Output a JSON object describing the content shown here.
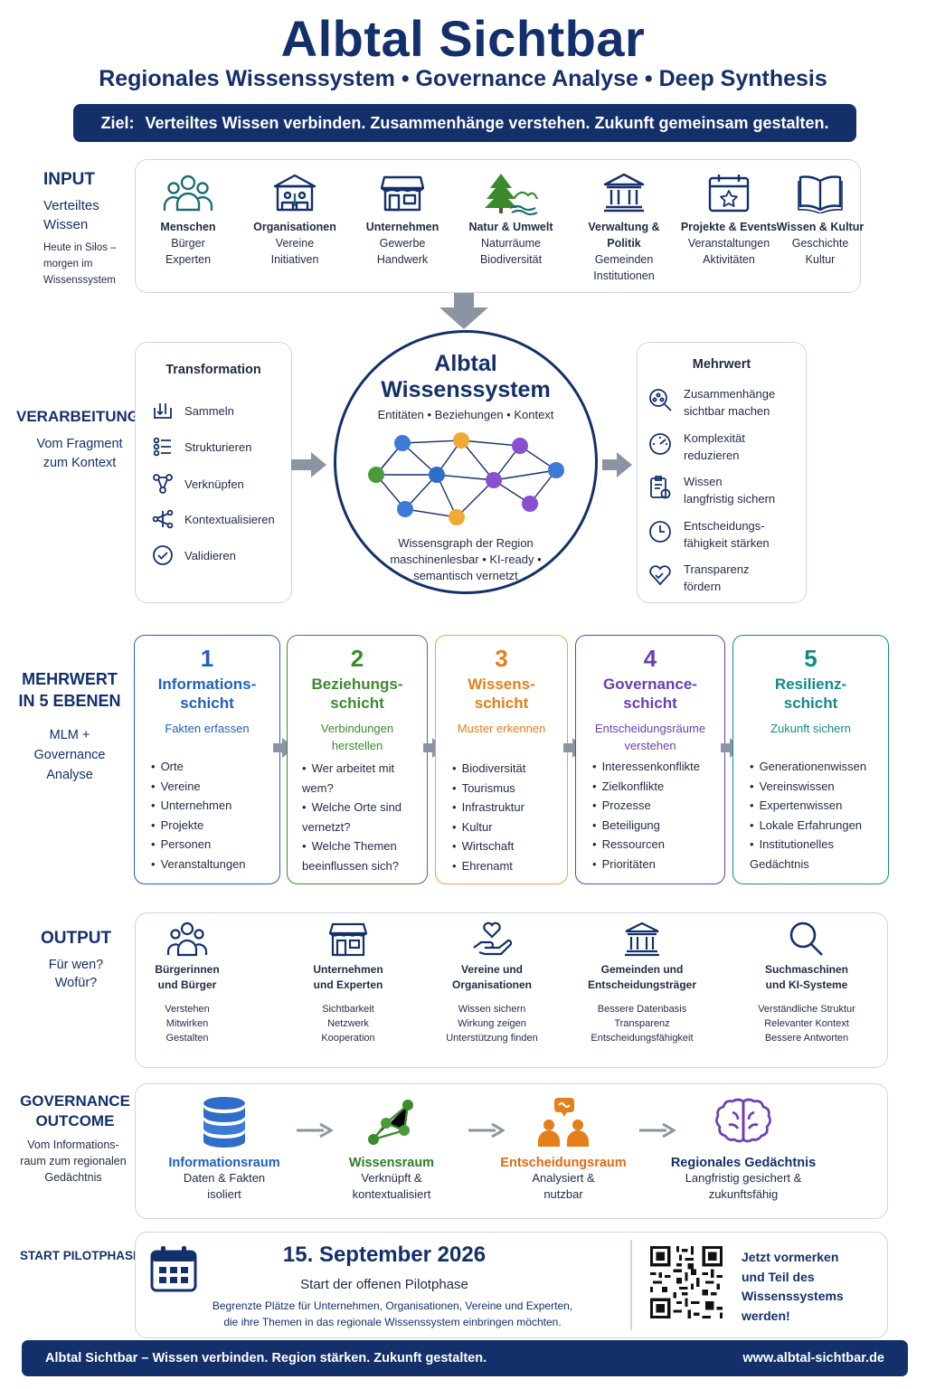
{
  "header": {
    "title": "Albtal Sichtbar",
    "subtitle": "Regionales Wissenssystem • Governance Analyse • Deep Synthesis",
    "goal_label": "Ziel:",
    "goal_text": "Verteiltes Wissen verbinden. Zusammenhänge verstehen. Zukunft gemeinsam gestalten."
  },
  "input": {
    "label": "INPUT",
    "sub": "Verteiltes Wissen",
    "note": "Heute in Silos – morgen im Wissenssystem",
    "items": [
      {
        "icon": "people-icon",
        "title": "Menschen",
        "l1": "Bürger",
        "l2": "Experten"
      },
      {
        "icon": "organisation-icon",
        "title": "Organisationen",
        "l1": "Vereine",
        "l2": "Initiativen"
      },
      {
        "icon": "store-icon",
        "title": "Unternehmen",
        "l1": "Gewerbe",
        "l2": "Handwerk"
      },
      {
        "icon": "nature-icon",
        "title": "Natur & Umwelt",
        "l1": "Naturräume",
        "l2": "Biodiversität"
      },
      {
        "icon": "institution-icon",
        "title": "Verwaltung & Politik",
        "l1": "Gemeinden",
        "l2": "Institutionen"
      },
      {
        "icon": "calendar-star-icon",
        "title": "Projekte & Events",
        "l1": "Veranstaltungen",
        "l2": "Aktivitäten"
      },
      {
        "icon": "book-icon",
        "title": "Wissen & Kultur",
        "l1": "Geschichte",
        "l2": "Kultur"
      }
    ]
  },
  "processing": {
    "label": "VERARBEITUNG",
    "sub": "Vom Fragment zum Kontext",
    "transformation": {
      "title": "Transformation",
      "steps": [
        "Sammeln",
        "Strukturieren",
        "Verknüpfen",
        "Kontextualisieren",
        "Validieren"
      ]
    },
    "core": {
      "title_l1": "Albtal",
      "title_l2": "Wissenssystem",
      "tagline": "Entitäten • Beziehungen • Kontext",
      "caption_l1": "Wissensgraph der Region",
      "caption_l2": "maschinenlesbar • KI-ready •",
      "caption_l3": "semantisch vernetzt"
    },
    "value": {
      "title": "Mehrwert",
      "items": [
        {
          "l1": "Zusammenhänge",
          "l2": "sichtbar machen"
        },
        {
          "l1": "Komplexität",
          "l2": "reduzieren"
        },
        {
          "l1": "Wissen",
          "l2": "langfristig sichern"
        },
        {
          "l1": "Entscheidungs-",
          "l2": "fähigkeit stärken"
        },
        {
          "l1": "Transparenz",
          "l2": "fördern"
        }
      ]
    }
  },
  "levels": {
    "label_l1": "MEHRWERT",
    "label_l2": "IN 5 EBENEN",
    "sub": "MLM + Governance Analyse",
    "items": [
      {
        "num": "1",
        "name_l1": "Informations-",
        "name_l2": "schicht",
        "desc_l1": "Fakten erfassen",
        "desc_l2": "",
        "color": "#1f5fbf",
        "bullets": [
          "Orte",
          "Vereine",
          "Unternehmen",
          "Projekte",
          "Personen",
          "Veranstaltungen"
        ]
      },
      {
        "num": "2",
        "name_l1": "Beziehungs-",
        "name_l2": "schicht",
        "desc_l1": "Verbindungen",
        "desc_l2": "herstellen",
        "color": "#3b8a2e",
        "bullets": [
          "Wer arbeitet mit wem?",
          "Welche Orte sind vernetzt?",
          "Welche Themen beeinflussen sich?"
        ]
      },
      {
        "num": "3",
        "name_l1": "Wissens-",
        "name_l2": "schicht",
        "desc_l1": "Muster erkennen",
        "desc_l2": "",
        "color": "#e67e1a",
        "bullets": [
          "Biodiversität",
          "Tourismus",
          "Infrastruktur",
          "Kultur",
          "Wirtschaft",
          "Ehrenamt"
        ]
      },
      {
        "num": "4",
        "name_l1": "Governance-",
        "name_l2": "schicht",
        "desc_l1": "Entscheidungsräume",
        "desc_l2": "verstehen",
        "color": "#6a3db8",
        "bullets": [
          "Interessenkonflikte",
          "Zielkonflikte",
          "Prozesse",
          "Beteiligung",
          "Ressourcen",
          "Prioritäten"
        ]
      },
      {
        "num": "5",
        "name_l1": "Resilienz-",
        "name_l2": "schicht",
        "desc_l1": "Zukunft sichern",
        "desc_l2": "",
        "color": "#128a8a",
        "bullets": [
          "Generationenwissen",
          "Vereinswissen",
          "Expertenwissen",
          "Lokale Erfahrungen",
          "Institutionelles Gedächtnis"
        ]
      }
    ]
  },
  "output": {
    "label": "OUTPUT",
    "sub": "Für wen? Wofür?",
    "items": [
      {
        "icon": "people-icon",
        "t1": "Bürgerinnen",
        "t2": "und Bürger",
        "d1": "Verstehen",
        "d2": "Mitwirken",
        "d3": "Gestalten"
      },
      {
        "icon": "store-icon",
        "t1": "Unternehmen",
        "t2": "und Experten",
        "d1": "Sichtbarkeit",
        "d2": "Netzwerk",
        "d3": "Kooperation"
      },
      {
        "icon": "hand-heart-icon",
        "t1": "Vereine und",
        "t2": "Organisationen",
        "d1": "Wissen sichern",
        "d2": "Wirkung zeigen",
        "d3": "Unterstützung finden"
      },
      {
        "icon": "institution-icon",
        "t1": "Gemeinden und",
        "t2": "Entscheidungsträger",
        "d1": "Bessere Datenbasis",
        "d2": "Transparenz",
        "d3": "Entscheidungsfähigkeit"
      },
      {
        "icon": "search-icon",
        "t1": "Suchmaschinen",
        "t2": "und KI-Systeme",
        "d1": "Verständliche Struktur",
        "d2": "Relevanter Kontext",
        "d3": "Bessere Antworten"
      }
    ]
  },
  "governance": {
    "label_l1": "GOVERNANCE",
    "label_l2": "OUTCOME",
    "sub": "Vom Informations-raum zum regionalen Gedächtnis",
    "items": [
      {
        "icon": "database-icon",
        "title": "Informationsraum",
        "d1": "Daten & Fakten",
        "d2": "isoliert",
        "color": "#1f5fbf"
      },
      {
        "icon": "network-icon",
        "title": "Wissensraum",
        "d1": "Verknüpft &",
        "d2": "kontextualisiert",
        "color": "#2f7d2a"
      },
      {
        "icon": "discussion-icon",
        "title": "Entscheidungsraum",
        "d1": "Analysiert &",
        "d2": "nutzbar",
        "color": "#e06a12"
      },
      {
        "icon": "brain-icon",
        "title": "Regionales Gedächtnis",
        "d1": "Langfristig gesichert &",
        "d2": "zukunftsfähig",
        "color": "#14306b"
      }
    ]
  },
  "pilot": {
    "label": "START PILOTPHASE",
    "date": "15. September 2026",
    "headline": "Start der offenen Pilotphase",
    "text_l1": "Begrenzte Plätze für Unternehmen, Organisationen, Vereine und Experten,",
    "text_l2": "die ihre Themen in das regionale Wissenssystem einbringen möchten.",
    "cta_l1": "Jetzt vormerken",
    "cta_l2": "und Teil des",
    "cta_l3": "Wissenssystems",
    "cta_l4": "werden!"
  },
  "footer": {
    "slogan": "Albtal Sichtbar – Wissen verbinden. Region stärken. Zukunft gestalten.",
    "url": "www.albtal-sichtbar.de"
  },
  "colors": {
    "navy": "#14306b",
    "teal": "#1d6e74",
    "blue": "#1f5fbf",
    "green": "#3b8a2e",
    "orange": "#e67e1a",
    "purple": "#6a3db8",
    "cyan": "#128a8a"
  }
}
